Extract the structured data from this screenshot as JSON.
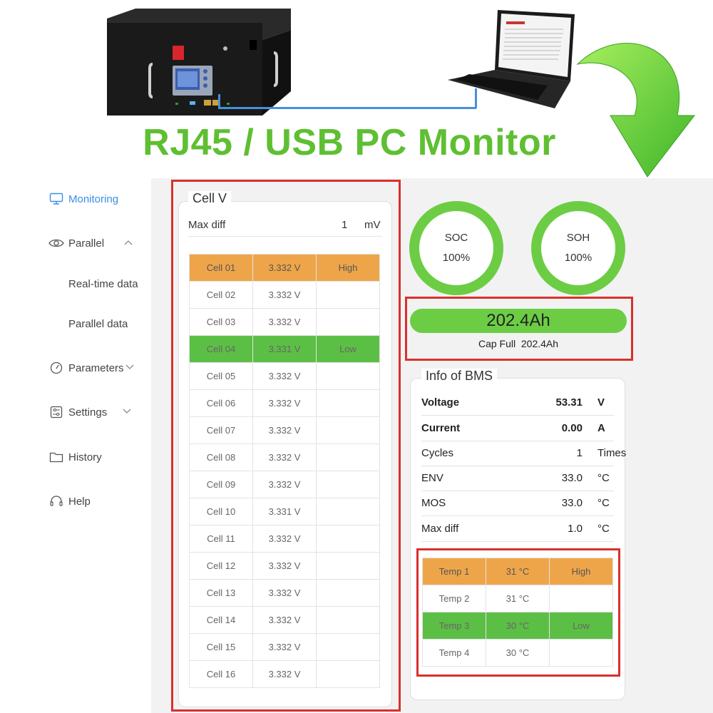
{
  "banner": {
    "headline": "RJ45 / USB PC Monitor"
  },
  "sidebar": {
    "items": [
      {
        "label": "Monitoring",
        "icon": "monitor-icon"
      },
      {
        "label": "Parallel",
        "icon": "eye-icon"
      },
      {
        "label": "Real-time data"
      },
      {
        "label": "Parallel data"
      },
      {
        "label": "Parameters",
        "icon": "gauge-icon"
      },
      {
        "label": "Settings",
        "icon": "sliders-icon"
      },
      {
        "label": "History",
        "icon": "folder-icon"
      },
      {
        "label": "Help",
        "icon": "headset-icon"
      }
    ],
    "active_color": "#3a8ee6"
  },
  "cell_v": {
    "title": "Cell V",
    "max_diff_label": "Max diff",
    "max_diff_value": "1",
    "max_diff_unit": "mV",
    "rows": [
      {
        "name": "Cell 01",
        "voltage": "3.332 V",
        "flag": "High"
      },
      {
        "name": "Cell 02",
        "voltage": "3.332 V",
        "flag": ""
      },
      {
        "name": "Cell 03",
        "voltage": "3.332 V",
        "flag": ""
      },
      {
        "name": "Cell 04",
        "voltage": "3.331 V",
        "flag": "Low"
      },
      {
        "name": "Cell 05",
        "voltage": "3.332 V",
        "flag": ""
      },
      {
        "name": "Cell 06",
        "voltage": "3.332 V",
        "flag": ""
      },
      {
        "name": "Cell 07",
        "voltage": "3.332 V",
        "flag": ""
      },
      {
        "name": "Cell 08",
        "voltage": "3.332 V",
        "flag": ""
      },
      {
        "name": "Cell 09",
        "voltage": "3.332 V",
        "flag": ""
      },
      {
        "name": "Cell 10",
        "voltage": "3.331 V",
        "flag": ""
      },
      {
        "name": "Cell 11",
        "voltage": "3.332 V",
        "flag": ""
      },
      {
        "name": "Cell 12",
        "voltage": "3.332 V",
        "flag": ""
      },
      {
        "name": "Cell 13",
        "voltage": "3.332 V",
        "flag": ""
      },
      {
        "name": "Cell 14",
        "voltage": "3.332 V",
        "flag": ""
      },
      {
        "name": "Cell 15",
        "voltage": "3.332 V",
        "flag": ""
      },
      {
        "name": "Cell 16",
        "voltage": "3.332 V",
        "flag": ""
      }
    ]
  },
  "soc": {
    "label": "SOC",
    "value": "100%"
  },
  "soh": {
    "label": "SOH",
    "value": "100%"
  },
  "capacity": {
    "value": "202.4Ah",
    "full_label": "Cap Full",
    "full_value": "202.4Ah"
  },
  "bms": {
    "title": "Info of BMS",
    "rows": [
      {
        "label": "Voltage",
        "value": "53.31",
        "unit": "V"
      },
      {
        "label": "Current",
        "value": "0.00",
        "unit": "A"
      },
      {
        "label": "Cycles",
        "value": "1",
        "unit": "Times"
      },
      {
        "label": "ENV",
        "value": "33.0",
        "unit": "°C"
      },
      {
        "label": "MOS",
        "value": "33.0",
        "unit": "°C"
      },
      {
        "label": "Max diff",
        "value": "1.0",
        "unit": "°C"
      }
    ],
    "temps": [
      {
        "name": "Temp 1",
        "value": "31 °C",
        "flag": "High"
      },
      {
        "name": "Temp 2",
        "value": "31 °C",
        "flag": ""
      },
      {
        "name": "Temp 3",
        "value": "30 °C",
        "flag": "Low"
      },
      {
        "name": "Temp 4",
        "value": "30 °C",
        "flag": ""
      }
    ]
  },
  "colors": {
    "high": "#eea54a",
    "low": "#5cbf45",
    "ring": "#6ccd45",
    "highlight_frame": "#d9302c",
    "headline": "#5fbf32"
  }
}
